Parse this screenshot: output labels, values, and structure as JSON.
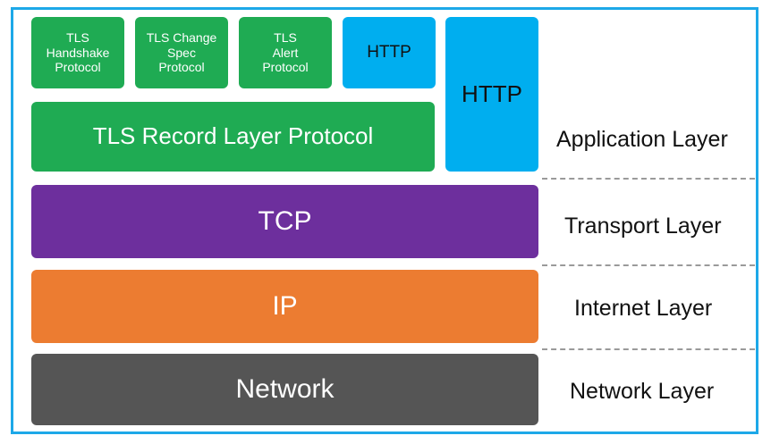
{
  "diagram": {
    "tls_handshake": "TLS\nHandshake\nProtocol",
    "tls_change_spec": "TLS Change\nSpec\nProtocol",
    "tls_alert": "TLS\nAlert\nProtocol",
    "http_small": "HTTP",
    "http_tall": "HTTP",
    "tls_record": "TLS Record Layer Protocol",
    "tcp": "TCP",
    "ip": "IP",
    "network": "Network"
  },
  "layers": {
    "application": "Application Layer",
    "transport": "Transport Layer",
    "internet": "Internet Layer",
    "network": "Network Layer"
  },
  "colors": {
    "border": "#1da8e8",
    "tls": "#1fab53",
    "http": "#00aeef",
    "tcp": "#6d2f9d",
    "ip": "#ec7c31",
    "network": "#555555"
  }
}
